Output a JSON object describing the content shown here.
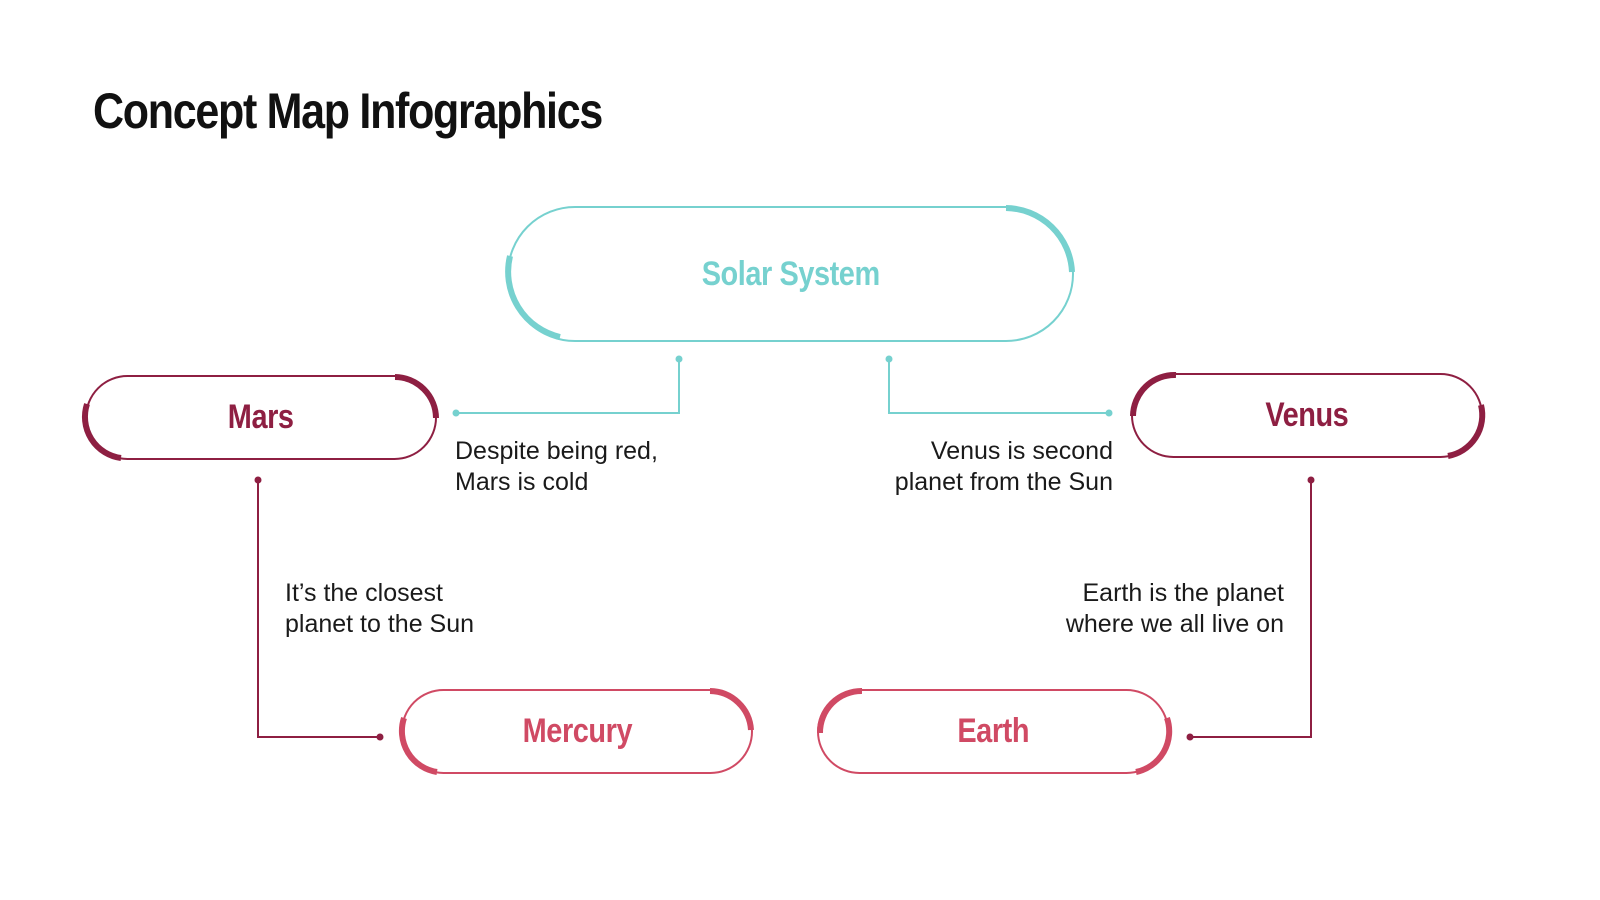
{
  "title": "Concept Map Infographics",
  "colors": {
    "teal": "#76D1CF",
    "maroon": "#8E1F42",
    "pink": "#D04A64",
    "text": "#1a1a1a"
  },
  "nodes": {
    "center": {
      "label": "Solar System",
      "color": "#76D1CF"
    },
    "mars": {
      "label": "Mars",
      "color": "#8E1F42"
    },
    "venus": {
      "label": "Venus",
      "color": "#8E1F42"
    },
    "mercury": {
      "label": "Mercury",
      "color": "#D04A64"
    },
    "earth": {
      "label": "Earth",
      "color": "#D04A64"
    }
  },
  "descriptions": {
    "mars": {
      "line1": "Despite being red,",
      "line2": "Mars is cold"
    },
    "venus": {
      "line1": "Venus is second",
      "line2": "planet from the Sun"
    },
    "mercury": {
      "line1": "It’s the closest",
      "line2": "planet to the Sun"
    },
    "earth": {
      "line1": "Earth is the planet",
      "line2": "where we all live on"
    }
  }
}
